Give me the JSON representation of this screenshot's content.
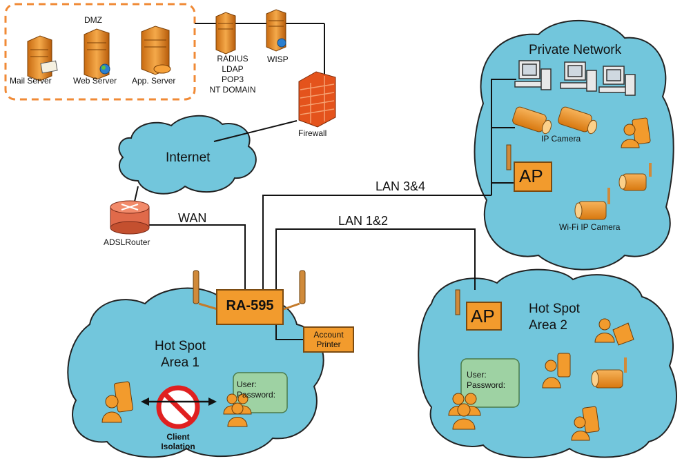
{
  "dmz": {
    "title": "DMZ",
    "servers": [
      "Mail Server",
      "Web Server",
      "App. Server"
    ]
  },
  "auth_server_lines": [
    "RADIUS",
    "LDAP",
    "POP3",
    "NT DOMAIN"
  ],
  "wisp": "WISP",
  "firewall": "Firewall",
  "internet": "Internet",
  "router": "ADSLRouter",
  "links": {
    "wan": "WAN",
    "lan34": "LAN 3&4",
    "lan12": "LAN 1&2"
  },
  "device": "RA-595",
  "printer": [
    "Account",
    "Printer"
  ],
  "private_network": {
    "title": "Private Network",
    "ip_camera": "IP Camera",
    "wifi_camera": "Wi-Fi IP Camera",
    "ap": "AP"
  },
  "hotspot1": {
    "title_lines": [
      "Hot Spot",
      "Area 1"
    ],
    "login_lines": [
      "User:",
      "Password:"
    ],
    "isolation_lines": [
      "Client",
      "Isolation"
    ]
  },
  "hotspot2": {
    "title_lines": [
      "Hot Spot",
      "Area 2"
    ],
    "login_lines": [
      "User:",
      "Password:"
    ],
    "ap": "AP"
  },
  "colors": {
    "cloud_fill": "#72c6dc",
    "accent_orange": "#f29b2d",
    "dmz_border": "#f08a36",
    "login_box": "#9ed2a3",
    "no_sign": "#e02020"
  }
}
